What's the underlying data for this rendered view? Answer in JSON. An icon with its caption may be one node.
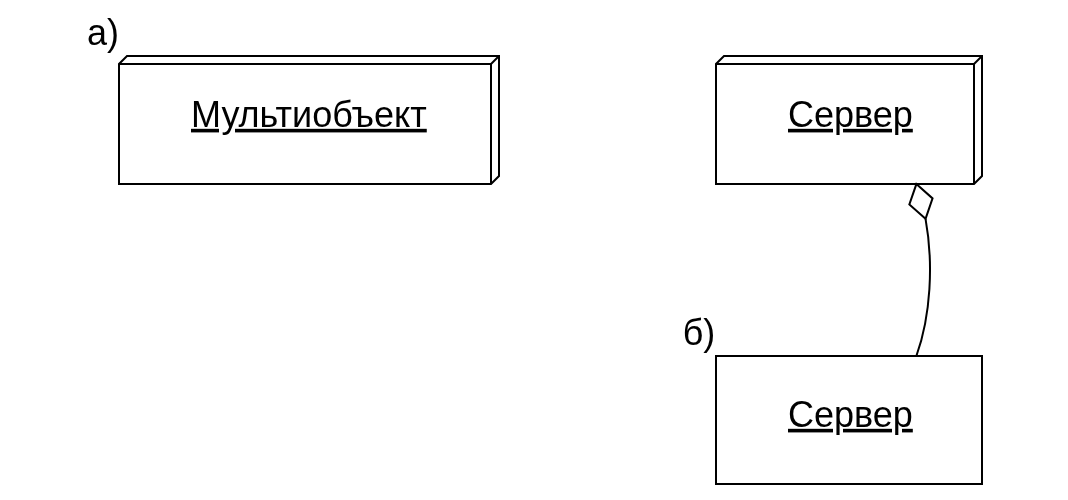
{
  "diagram": {
    "nodes": [
      {
        "text": [
          "Мультиобъект"
        ],
        "beside": [
          "а)"
        ]
      },
      {
        "text": [
          "Сервер"
        ]
      },
      {
        "text": [
          "Сервер"
        ],
        "beside": [
          "б)"
        ]
      }
    ],
    "edges": [
      {
        "from": 2,
        "to": 1,
        "arrow": "other"
      }
    ]
  }
}
